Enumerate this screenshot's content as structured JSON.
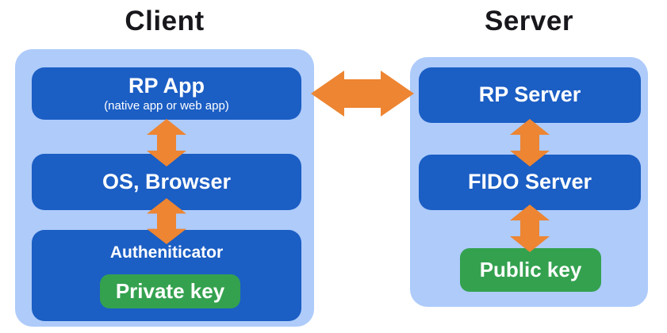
{
  "colors": {
    "page_bg": "#FFFFFF",
    "container_bg": "#AECBFA",
    "box_bg": "#1B5EC4",
    "key_bg": "#34A14F",
    "arrow": "#ED8532",
    "title_text": "#17171C",
    "box_text": "#FFFFFF"
  },
  "client": {
    "title": "Client",
    "rp_app": {
      "label": "RP App",
      "sublabel": "(native app or web app)"
    },
    "os_browser": {
      "label": "OS, Browser"
    },
    "authenticator": {
      "label": "Autheniticator"
    },
    "private_key": {
      "label": "Private key"
    }
  },
  "server": {
    "title": "Server",
    "rp_server": {
      "label": "RP Server"
    },
    "fido_server": {
      "label": "FIDO Server"
    },
    "public_key": {
      "label": "Public key"
    }
  }
}
